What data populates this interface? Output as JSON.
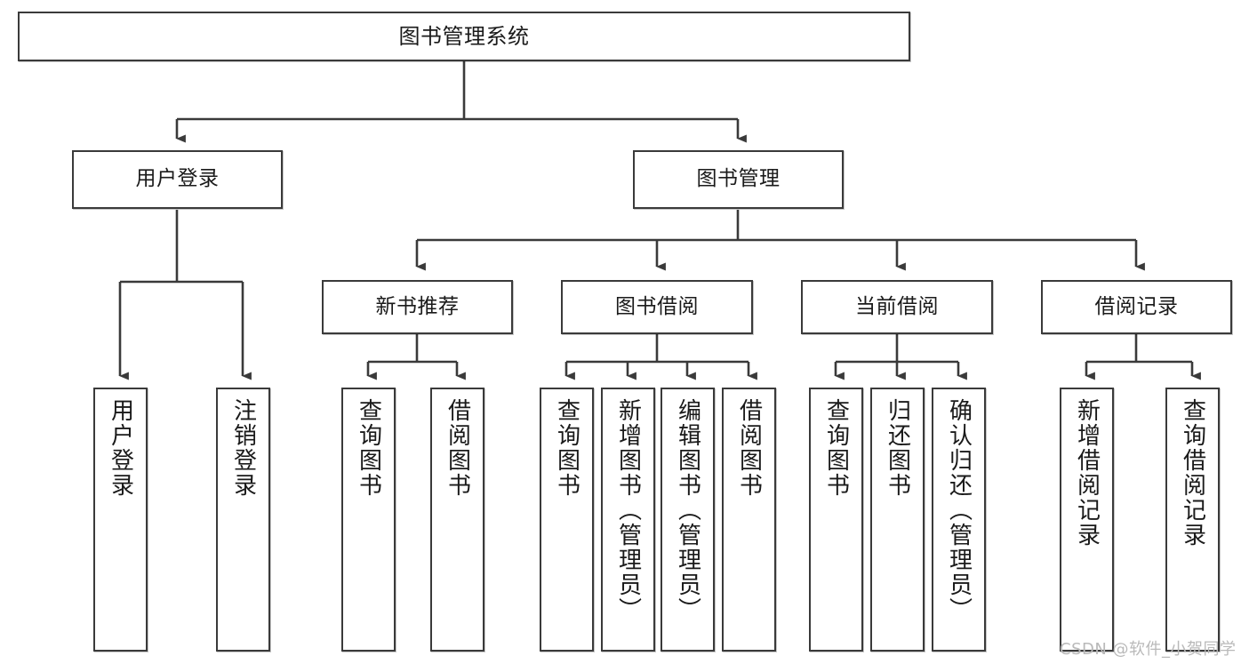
{
  "diagram": {
    "title": "图书管理系统",
    "type": "functional-structure-tree",
    "watermark": "CSDN @软件_小贺同学",
    "colors": {
      "box_border": "#3a3a3a",
      "box_fill": "#ffffff",
      "line": "#3a3a3a",
      "text": "#1a1a1a",
      "watermark": "#b9b9b9",
      "background": "#ffffff"
    }
  },
  "nodes": {
    "root": {
      "label": "图书管理系统"
    },
    "level2": [
      {
        "id": "user-login",
        "label": "用户登录"
      },
      {
        "id": "book-manage",
        "label": "图书管理"
      }
    ],
    "level3": [
      {
        "id": "new-book-recommend",
        "label": "新书推荐"
      },
      {
        "id": "book-borrow",
        "label": "图书借阅"
      },
      {
        "id": "current-borrow",
        "label": "当前借阅"
      },
      {
        "id": "borrow-record",
        "label": "借阅记录"
      }
    ],
    "leaves": {
      "user_login": [
        {
          "id": "leaf-user-login",
          "label": "用户登录"
        },
        {
          "id": "leaf-logout",
          "label": "注销登录"
        }
      ],
      "new_book_recommend": [
        {
          "id": "leaf-query-book-1",
          "label": "查询图书"
        },
        {
          "id": "leaf-borrow-book-1",
          "label": "借阅图书"
        }
      ],
      "book_borrow": [
        {
          "id": "leaf-query-book-2",
          "label": "查询图书"
        },
        {
          "id": "leaf-add-book",
          "label": "新增图书（管理员）"
        },
        {
          "id": "leaf-edit-book",
          "label": "编辑图书（管理员）"
        },
        {
          "id": "leaf-borrow-book-2",
          "label": "借阅图书"
        }
      ],
      "current_borrow": [
        {
          "id": "leaf-query-book-3",
          "label": "查询图书"
        },
        {
          "id": "leaf-return-book",
          "label": "归还图书"
        },
        {
          "id": "leaf-confirm-return",
          "label": "确认归还（管理员）"
        }
      ],
      "borrow_record": [
        {
          "id": "leaf-add-record",
          "label": "新增借阅记录"
        },
        {
          "id": "leaf-query-record",
          "label": "查询借阅记录"
        }
      ]
    }
  }
}
